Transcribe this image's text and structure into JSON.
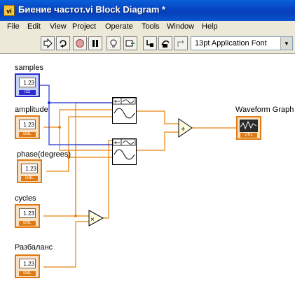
{
  "window": {
    "title": "Биение частот.vi Block Diagram *",
    "app_icon_text": "vi"
  },
  "menu": [
    {
      "label": "File",
      "name": "menu-file"
    },
    {
      "label": "Edit",
      "name": "menu-edit"
    },
    {
      "label": "View",
      "name": "menu-view"
    },
    {
      "label": "Project",
      "name": "menu-project"
    },
    {
      "label": "Operate",
      "name": "menu-operate"
    },
    {
      "label": "Tools",
      "name": "menu-tools"
    },
    {
      "label": "Window",
      "name": "menu-window"
    },
    {
      "label": "Help",
      "name": "menu-help"
    }
  ],
  "toolbar": {
    "font_select": "13pt Application Font"
  },
  "controls": {
    "samples": {
      "label": "samples",
      "value": "1.23",
      "type": "I32"
    },
    "amplitude": {
      "label": "amplitude",
      "value": "1.23",
      "type": "DBL"
    },
    "phase": {
      "label": "phase(degrees)",
      "value": "1.23",
      "type": "DBL"
    },
    "cycles": {
      "label": "cycles",
      "value": "1.23",
      "type": "DBL"
    },
    "razbalans": {
      "label": "Разбаланс",
      "value": "1.23",
      "type": "DBL"
    }
  },
  "indicator": {
    "label": "Waveform Graph",
    "type": "DBL"
  },
  "operators": {
    "add": "+",
    "multiply": "×"
  },
  "colors": {
    "wire_orange": "#e8820e",
    "wire_blue": "#1f2fd8",
    "titlebar": "#0546c4",
    "chrome": "#ece9d8"
  }
}
